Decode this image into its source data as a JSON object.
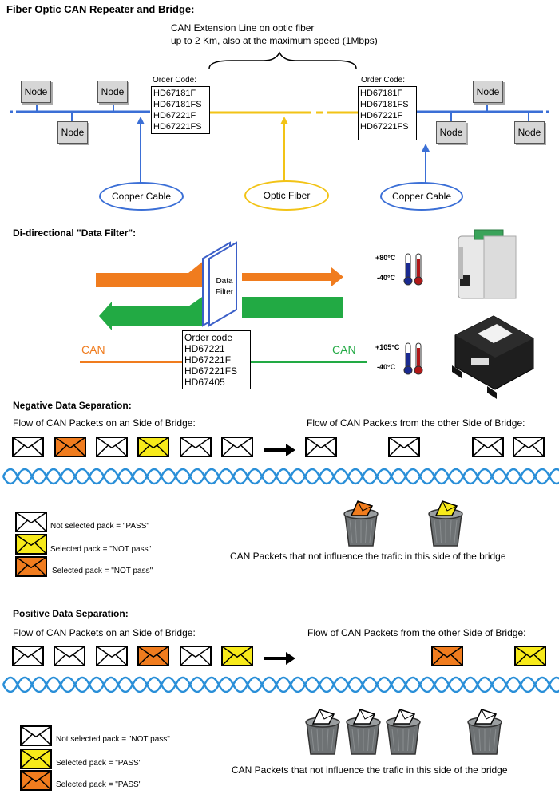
{
  "section1": {
    "title": "Fiber Optic CAN Repeater and Bridge:",
    "extension_line1": "CAN Extension Line on optic fiber",
    "extension_line2": "up to 2 Km, also at the maximum speed (1Mbps)",
    "node_label": "Node",
    "order_code_left": {
      "header": "Order Code:",
      "codes": [
        "HD67181F",
        "HD67181FS",
        "HD67221F",
        "HD67221FS"
      ]
    },
    "order_code_right": {
      "header": "Order Code:",
      "codes": [
        "HD67181F",
        "HD67181FS",
        "HD67221F",
        "HD67221FS"
      ]
    },
    "copper_cable_left": "Copper Cable",
    "optic_fiber": "Optic Fiber",
    "copper_cable_right": "Copper Cable",
    "colors": {
      "bus": "#3b6fd6",
      "fiber": "#f2c316",
      "oval_copper": "#3b6fd6",
      "oval_fiber": "#f2c316"
    }
  },
  "section2": {
    "title": "Di-directional \"Data Filter\":",
    "filter_label": "Data Filter",
    "can_left": "CAN",
    "can_right": "CAN",
    "order_code": {
      "header": "Order code",
      "codes": [
        "HD67221",
        "HD67221F",
        "HD67221FS",
        "HD67405"
      ]
    },
    "temp1_high": "+80°C",
    "temp1_low": "-40°C",
    "temp2_high": "+105°C",
    "temp2_low": "-40°C",
    "colors": {
      "orange": "#f07c1e",
      "green": "#22aa44",
      "filter": "#3b5fc8"
    }
  },
  "section3": {
    "title": "Negative Data Separation:",
    "flow_left": "Flow of CAN Packets on an Side of Bridge:",
    "flow_right": "Flow of CAN Packets from the other Side of Bridge:",
    "legend": [
      {
        "color": "white",
        "label": "Not selected pack = \"PASS\""
      },
      {
        "color": "yellow",
        "label": "Selected pack = \"NOT pass\""
      },
      {
        "color": "orange",
        "label": "Selected pack = \"NOT pass\""
      }
    ],
    "trash_caption": "CAN Packets that not influence the trafic in this side of the bridge"
  },
  "section4": {
    "title": "Positive Data Separation:",
    "flow_left": "Flow of CAN Packets on an Side of Bridge:",
    "flow_right": "Flow of CAN Packets from the other Side of Bridge:",
    "legend": [
      {
        "color": "white",
        "label": "Not selected pack = \"NOT pass\""
      },
      {
        "color": "yellow",
        "label": "Selected pack = \"PASS\""
      },
      {
        "color": "orange",
        "label": "Selected pack = \"PASS\""
      }
    ],
    "trash_caption": "CAN Packets that not influence the trafic in this side of the bridge"
  },
  "envelope_colors": {
    "white": "#ffffff",
    "yellow": "#f7ea1a",
    "orange": "#f07c1e"
  }
}
